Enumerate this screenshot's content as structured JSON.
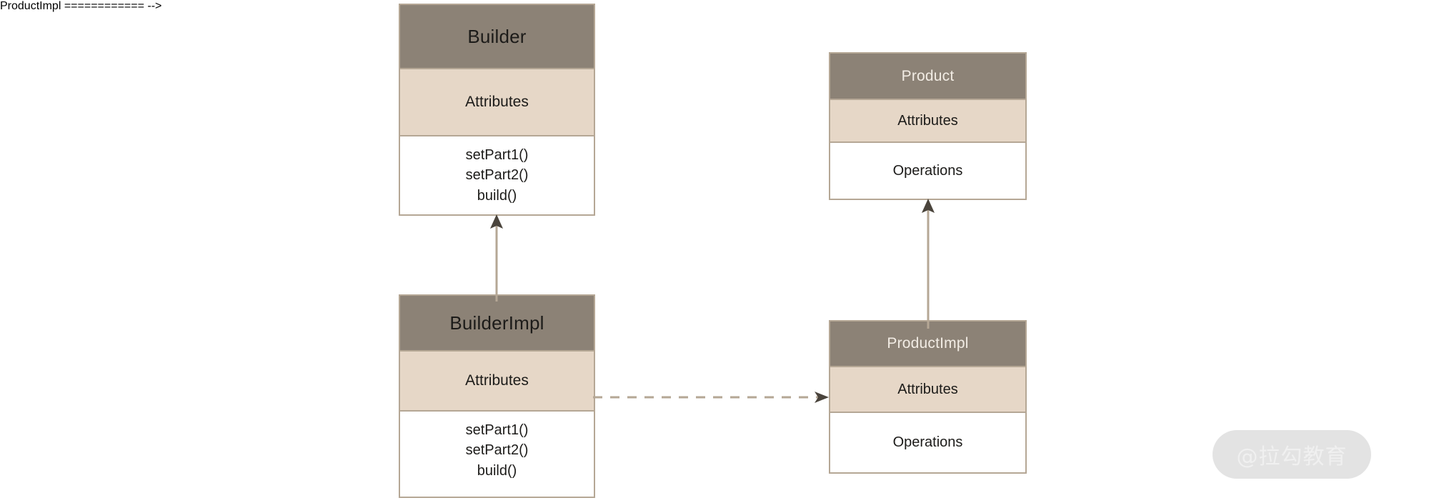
{
  "diagram": {
    "type": "uml-class-diagram",
    "pattern": "Builder",
    "background_color": "#ffffff",
    "palette": {
      "header_fill": "#8c8276",
      "attributes_fill": "#e6d7c7",
      "operations_fill": "#ffffff",
      "border": "#b5a795",
      "connector": "#b5a795",
      "arrowhead": "#4a443c",
      "text_dark": "#1c1b19",
      "text_light": "#f2ece4"
    }
  },
  "classes": [
    {
      "id": "builder",
      "name": "Builder",
      "title_color": "dark",
      "attributes_label": "Attributes",
      "operations": [
        "setPart1()",
        "setPart2()",
        "build()"
      ]
    },
    {
      "id": "builderimpl",
      "name": "BuilderImpl",
      "title_color": "dark",
      "attributes_label": "Attributes",
      "operations": [
        "setPart1()",
        "setPart2()",
        "build()"
      ]
    },
    {
      "id": "product",
      "name": "Product",
      "title_color": "light",
      "attributes_label": "Attributes",
      "operations": [
        "Operations"
      ]
    },
    {
      "id": "productimpl",
      "name": "ProductImpl",
      "title_color": "light",
      "attributes_label": "Attributes",
      "operations": [
        "Operations"
      ]
    }
  ],
  "connectors": [
    {
      "id": "builder-inheritance",
      "kind": "generalization",
      "line_style": "solid",
      "arrowhead": "filled-triangle",
      "from": "BuilderImpl",
      "to": "Builder",
      "label": ""
    },
    {
      "id": "product-inheritance",
      "kind": "generalization",
      "line_style": "solid",
      "arrowhead": "filled-triangle",
      "from": "ProductImpl",
      "to": "Product",
      "label": ""
    },
    {
      "id": "impl-dependency",
      "kind": "dependency",
      "line_style": "dashed",
      "arrowhead": "open-arrow",
      "from": "BuilderImpl",
      "to": "ProductImpl",
      "label": ""
    }
  ],
  "watermark": {
    "text": "@拉勾教育",
    "badge_color": "#e3e3e3",
    "text_color": "#f0f0f0"
  }
}
